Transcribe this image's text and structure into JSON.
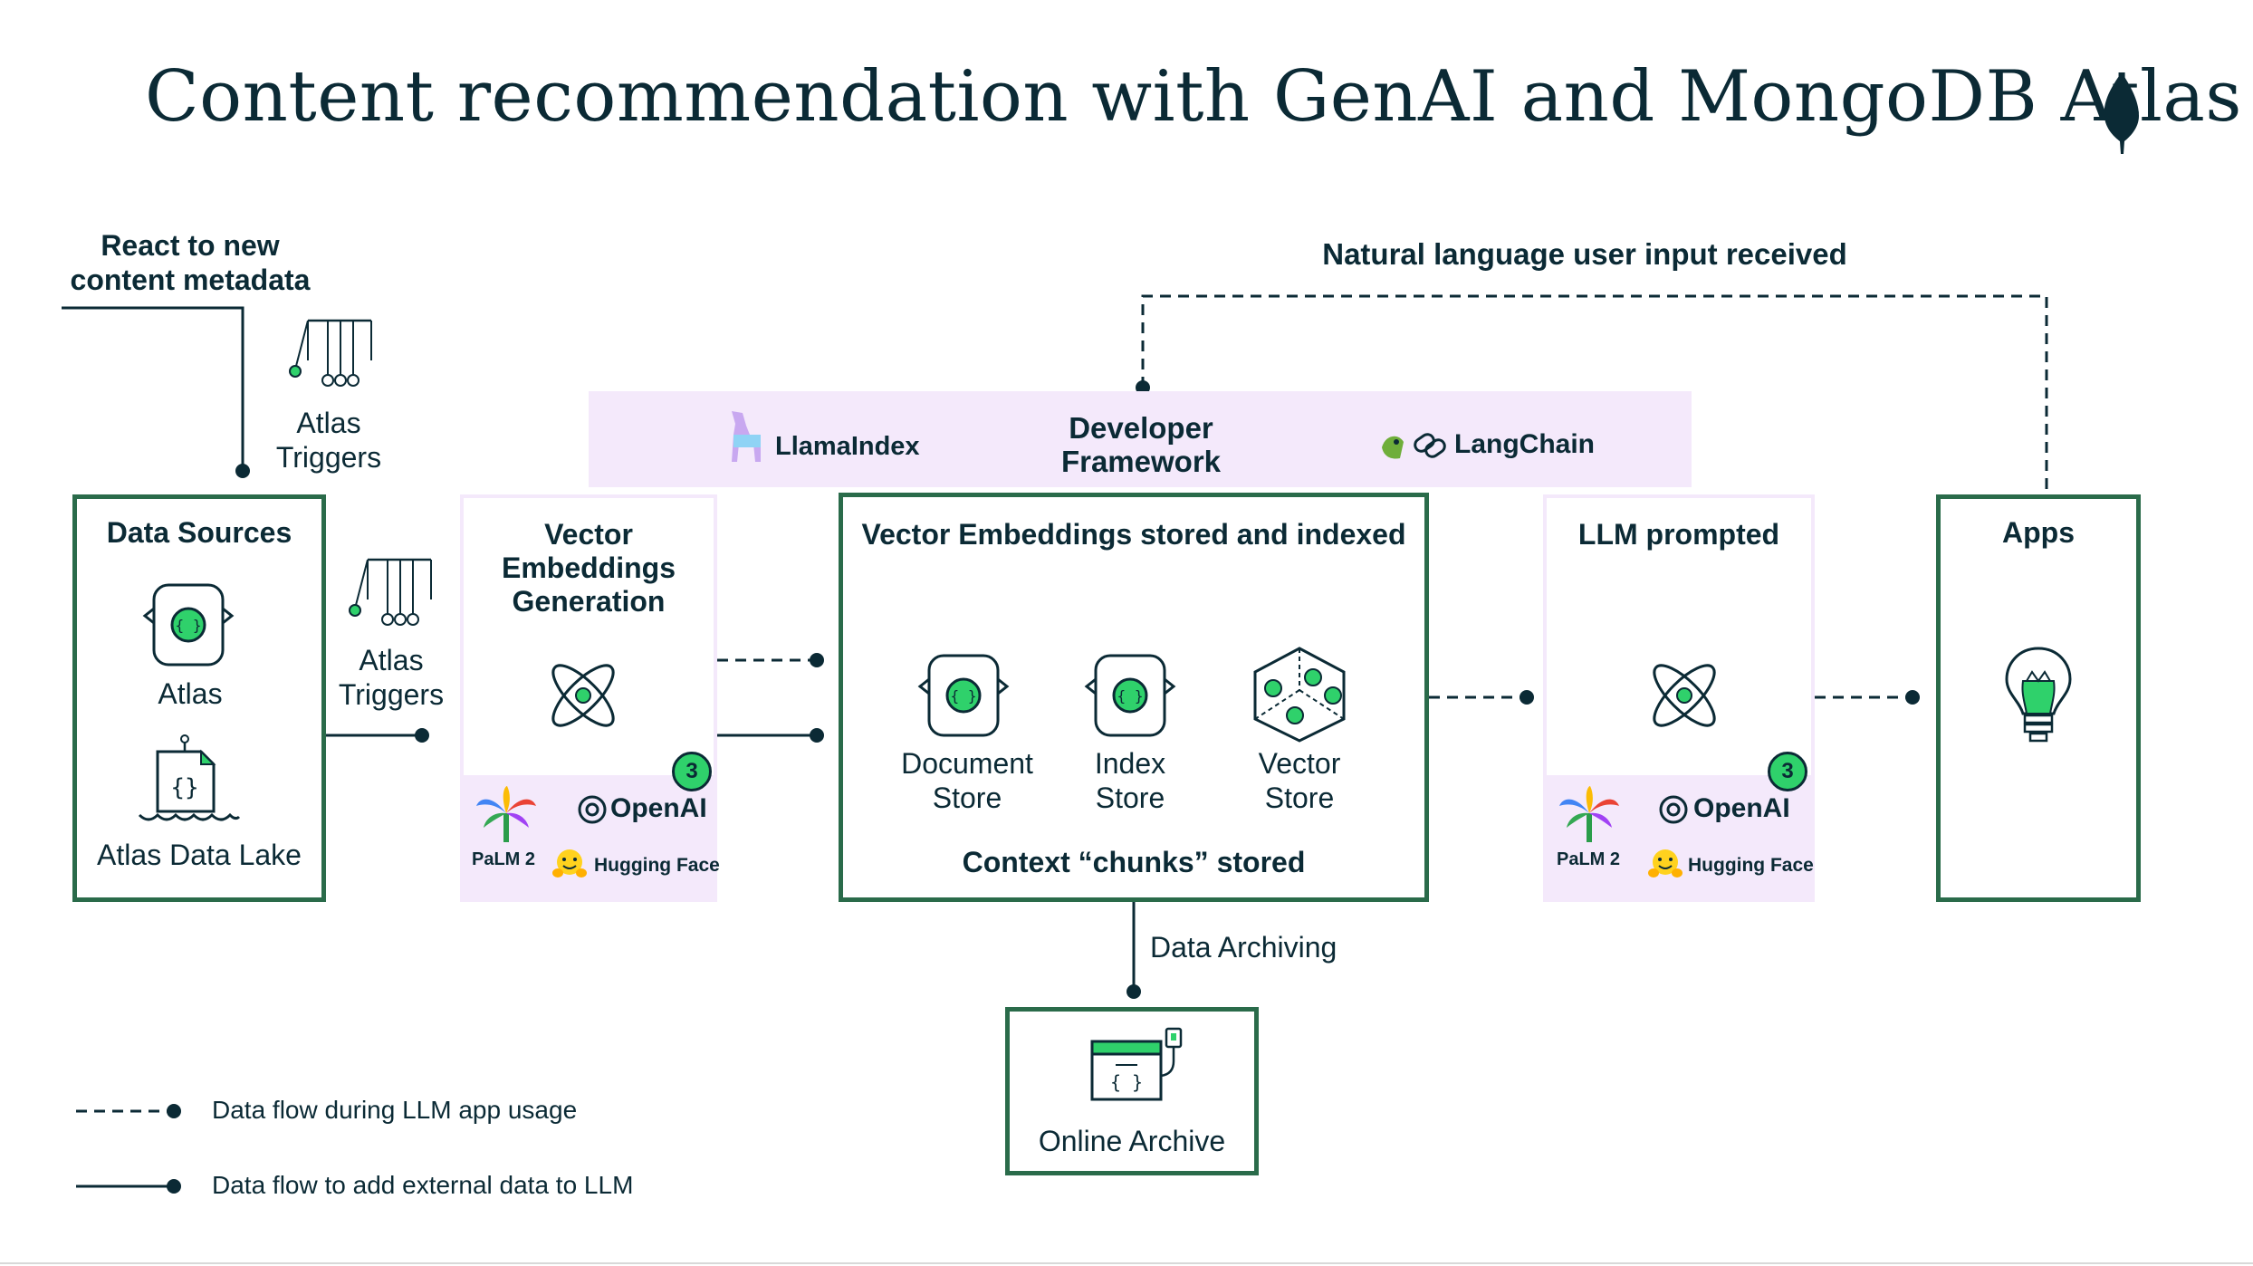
{
  "title": "Content recommendation with GenAI and MongoDB Atlas",
  "top_left_note": "React to new content metadata",
  "top_note": "Natural language user input received",
  "framework": {
    "label": "Developer Framework",
    "left_tool": "LlamaIndex",
    "right_tool": "LangChain"
  },
  "triggers": {
    "top_label": "Atlas Triggers",
    "mid_label": "Atlas Triggers"
  },
  "data_sources": {
    "title": "Data Sources",
    "atlas": "Atlas",
    "data_lake": "Atlas Data Lake"
  },
  "embedding_gen": {
    "title": "Vector Embeddings Generation",
    "badge": "3",
    "openai": "OpenAI",
    "palm": "PaLM 2",
    "hugging": "Hugging Face"
  },
  "vector_store_box": {
    "title": "Vector Embeddings stored and indexed",
    "document_store": "Document Store",
    "index_store": "Index Store",
    "vector_store": "Vector Store",
    "footer": "Context “chunks” stored"
  },
  "llm_box": {
    "title": "LLM prompted",
    "badge": "3",
    "openai": "OpenAI",
    "palm": "PaLM 2",
    "hugging": "Hugging Face"
  },
  "apps": {
    "title": "Apps"
  },
  "archiving_label": "Data Archiving",
  "online_archive": "Online Archive",
  "legend": {
    "dashed": "Data flow during LLM app usage",
    "solid": "Data flow to add external data to LLM"
  },
  "colors": {
    "dark": "#0b2a35",
    "green_border": "#2a6b4a",
    "accent_green": "#2fd16b",
    "panel_lilac": "#f4e9fb"
  }
}
